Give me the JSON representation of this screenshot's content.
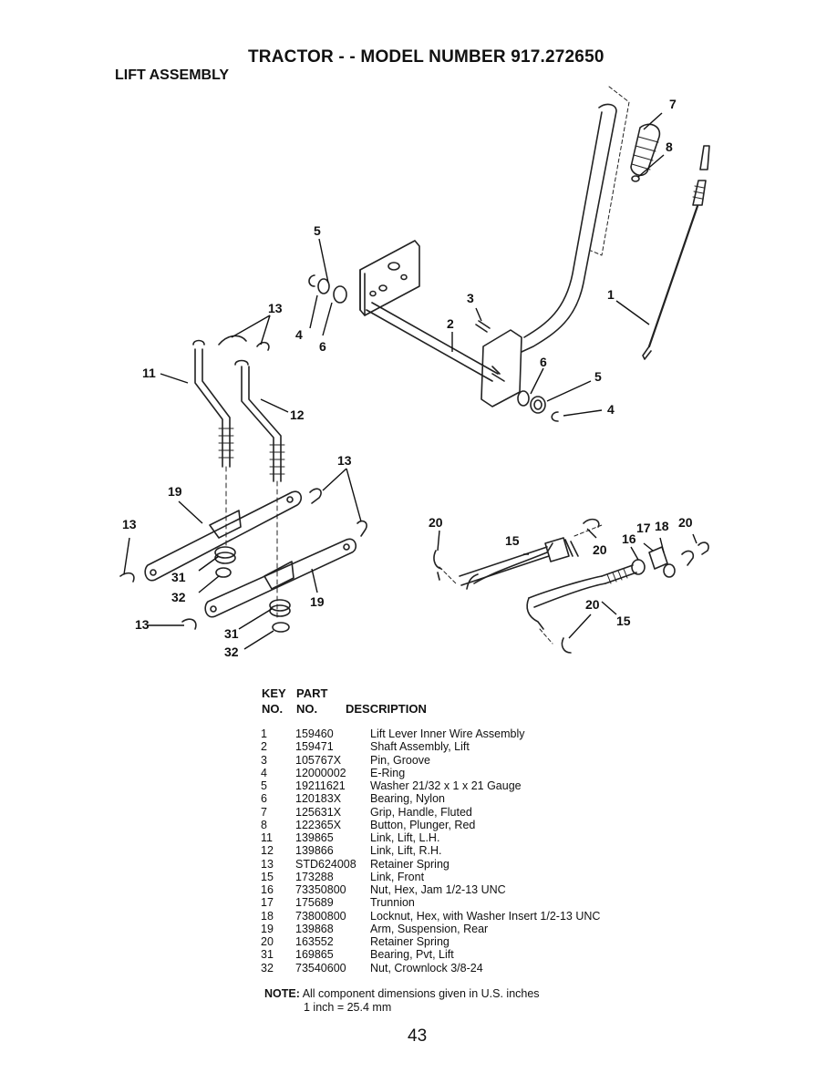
{
  "header": {
    "title": "TRACTOR - - MODEL NUMBER  917.272650",
    "subtitle": "LIFT ASSEMBLY"
  },
  "diagram": {
    "callouts": [
      "1",
      "2",
      "3",
      "4",
      "5",
      "6",
      "7",
      "8",
      "11",
      "12",
      "13",
      "15",
      "16",
      "17",
      "18",
      "19",
      "20",
      "31",
      "32"
    ]
  },
  "table": {
    "headers": {
      "key_top": "KEY",
      "key_bottom": "NO.",
      "part_top": "PART",
      "part_bottom": "NO.",
      "description": "DESCRIPTION"
    },
    "rows": [
      {
        "key": "1",
        "part": "159460",
        "desc": "Lift Lever Inner Wire Assembly"
      },
      {
        "key": "2",
        "part": "159471",
        "desc": "Shaft Assembly, Lift"
      },
      {
        "key": "3",
        "part": "105767X",
        "desc": "Pin, Groove"
      },
      {
        "key": "4",
        "part": "12000002",
        "desc": "E-Ring"
      },
      {
        "key": "5",
        "part": "19211621",
        "desc": "Washer  21/32 x 1 x 21 Gauge"
      },
      {
        "key": "6",
        "part": "120183X",
        "desc": "Bearing, Nylon"
      },
      {
        "key": "7",
        "part": "125631X",
        "desc": "Grip, Handle, Fluted"
      },
      {
        "key": "8",
        "part": "122365X",
        "desc": "Button, Plunger, Red"
      },
      {
        "key": "11",
        "part": "139865",
        "desc": "Link, Lift, L.H."
      },
      {
        "key": "12",
        "part": "139866",
        "desc": "Link, Lift, R.H."
      },
      {
        "key": "13",
        "part": "STD624008",
        "desc": "Retainer Spring"
      },
      {
        "key": "15",
        "part": "173288",
        "desc": "Link, Front"
      },
      {
        "key": "16",
        "part": "73350800",
        "desc": "Nut, Hex, Jam  1/2-13 UNC"
      },
      {
        "key": "17",
        "part": "175689",
        "desc": "Trunnion"
      },
      {
        "key": "18",
        "part": "73800800",
        "desc": "Locknut, Hex, with Washer Insert  1/2-13 UNC"
      },
      {
        "key": "19",
        "part": "139868",
        "desc": "Arm, Suspension, Rear"
      },
      {
        "key": "20",
        "part": "163552",
        "desc": "Retainer Spring"
      },
      {
        "key": "31",
        "part": "169865",
        "desc": "Bearing, Pvt, Lift"
      },
      {
        "key": "32",
        "part": "73540600",
        "desc": "Nut, Crownlock  3/8-24"
      }
    ]
  },
  "note": {
    "label": "NOTE:",
    "text": "All component dimensions given in U.S. inches",
    "conversion": "1 inch = 25.4 mm"
  },
  "page_number": "43"
}
